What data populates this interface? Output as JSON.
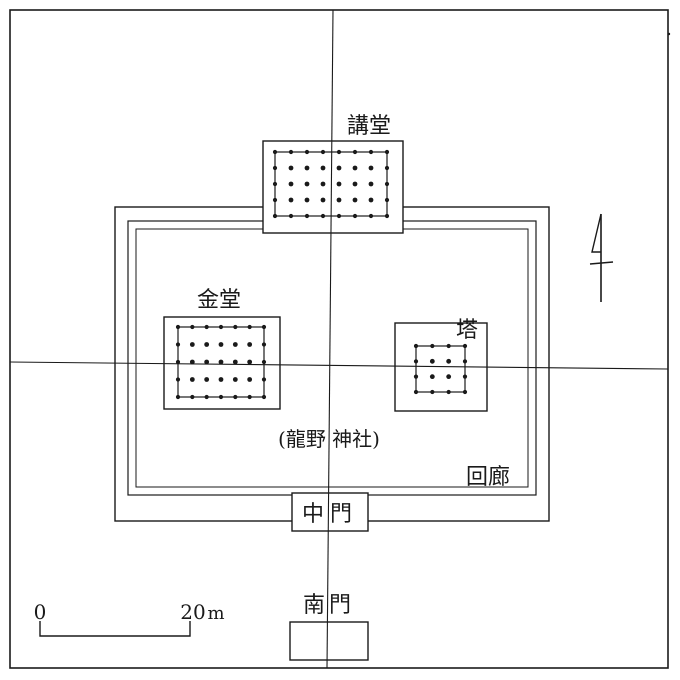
{
  "labels": {
    "lecture_hall": "講堂",
    "golden_hall": "金堂",
    "pagoda": "塔",
    "shrine": "(龍野 神社)",
    "corridor": "回廊",
    "middle_gate": "中門",
    "south_gate": "南門"
  },
  "scale_bar": {
    "zero": "0",
    "twenty": "20",
    "unit": "m"
  },
  "colors": {
    "ink": "#1a1a1a",
    "paper": "#ffffff"
  },
  "north_arrow_icon": "north-arrow-icon"
}
